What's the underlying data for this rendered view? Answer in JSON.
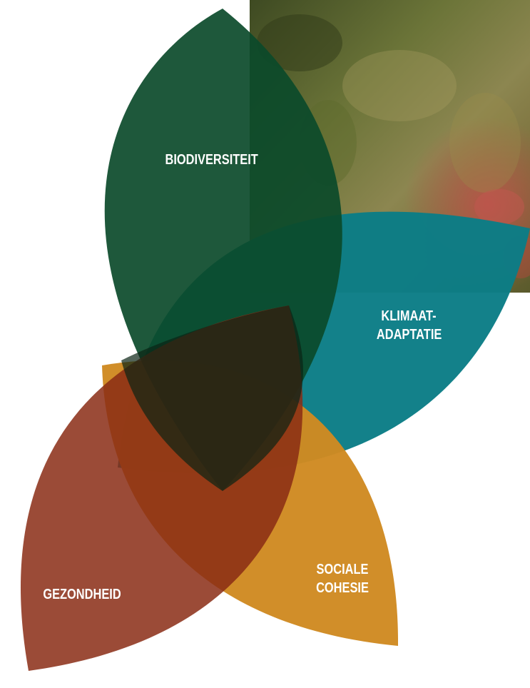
{
  "diagram": {
    "petals": [
      {
        "id": "biodiversiteit",
        "lines": [
          "BIODIVERSITEIT"
        ],
        "color": "#0b4a2a"
      },
      {
        "id": "klimaatadaptatie",
        "lines": [
          "KLIMAAT-",
          "ADAPTATIE"
        ],
        "color": "#0b7d86"
      },
      {
        "id": "sociale-cohesie",
        "lines": [
          "SOCIALE",
          "COHESIE"
        ],
        "color": "#d08a22"
      },
      {
        "id": "gezondheid",
        "lines": [
          "GEZONDHEID"
        ],
        "color": "#8a2c14"
      }
    ],
    "center_color": "#0a2314",
    "photo_colors": [
      "#4a5a2a",
      "#6f7a3a",
      "#8f8f50",
      "#b44a4a"
    ]
  }
}
